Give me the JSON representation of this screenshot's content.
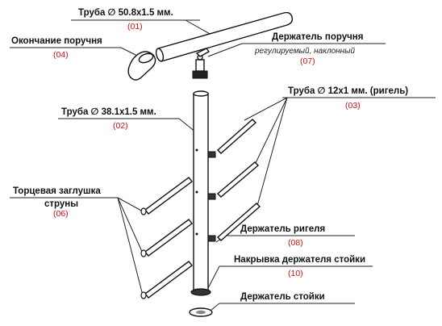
{
  "parts": [
    {
      "id": "handrail-tube",
      "name": "Труба ∅ 50.8x1.5 мм.",
      "number": "(01)"
    },
    {
      "id": "post-tube",
      "name": "Труба ∅ 38.1x1.5 мм.",
      "number": "(02)"
    },
    {
      "id": "crossbar-tube",
      "name": "Труба ∅ 12x1 мм. (ригель)",
      "number": "(03)"
    },
    {
      "id": "handrail-end",
      "name": "Окончание поручня",
      "number": "(04)"
    },
    {
      "id": "string-end-cap",
      "name_line1": "Торцевая заглушка",
      "name_line2": "струны",
      "number": "(06)"
    },
    {
      "id": "handrail-holder",
      "name": "Держатель поручня",
      "sub": "регулируемый, наклонный",
      "number": "(07)"
    },
    {
      "id": "crossbar-holder",
      "name": "Держатель ригеля",
      "number": "(08)"
    },
    {
      "id": "post-holder-cover",
      "name": "Накрывка держателя стойки",
      "number": "(10)"
    },
    {
      "id": "post-holder",
      "name": "Держатель стойки",
      "number": ""
    }
  ]
}
